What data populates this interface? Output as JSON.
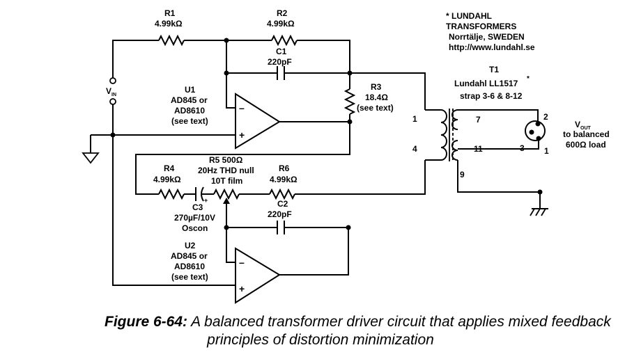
{
  "r1": {
    "ref": "R1",
    "value": "4.99kΩ"
  },
  "r2": {
    "ref": "R2",
    "value": "4.99kΩ"
  },
  "c1": {
    "ref": "C1",
    "value": "220pF"
  },
  "r3": {
    "ref": "R3",
    "value": "18.4Ω",
    "note": "(see text)"
  },
  "vin": {
    "main": "V",
    "sub": "IN"
  },
  "u1": {
    "ref": "U1",
    "part_line1": "AD845 or",
    "part_line2": "AD8610",
    "note": "(see text)"
  },
  "u2": {
    "ref": "U2",
    "part_line1": "AD845 or",
    "part_line2": "AD8610",
    "note": "(see text)"
  },
  "opamp_signs": {
    "minus": "–",
    "plus": "+"
  },
  "r4": {
    "ref": "R4",
    "value": "4.99kΩ"
  },
  "r5": {
    "line1": "R5 500Ω",
    "line2": "20Hz THD null",
    "line3": "10T film"
  },
  "r6": {
    "ref": "R6",
    "value": "4.99kΩ"
  },
  "c2": {
    "ref": "C2",
    "value": "220pF"
  },
  "c3": {
    "ref": "C3",
    "value": "270µF/10V",
    "type": "Oscon",
    "polarity": "+"
  },
  "note_block": {
    "line1": "* LUNDAHL",
    "line2": "TRANSFORMERS",
    "line3": "Norrtälje, SWEDEN",
    "line4": "http://www.lundahl.se"
  },
  "t1": {
    "ref": "T1",
    "part": "Lundahl LL1517",
    "asterisk": "*",
    "strap": "strap 3-6 & 8-12"
  },
  "pins": {
    "p1_primary": "1",
    "p4": "4",
    "p7": "7",
    "p11": "11",
    "p9": "9",
    "xlr2": "2",
    "xlr3": "3",
    "xlr1": "1"
  },
  "vout": {
    "main": "V",
    "sub": "OUT",
    "line2": "to balanced",
    "line3": "600Ω load"
  },
  "caption": {
    "label": "Figure 6-64:",
    "line1_rest": " A balanced transformer driver circuit that applies mixed feedback",
    "line2": "principles of distortion minimization"
  },
  "colors": {
    "ink": "#000000",
    "background": "#ffffff"
  },
  "icons": [
    "resistor-icon",
    "capacitor-icon",
    "opamp-icon",
    "transformer-icon",
    "ground-icon",
    "chassis-ground-icon",
    "xlr-connector-icon",
    "potentiometer-icon",
    "terminal-icon"
  ]
}
